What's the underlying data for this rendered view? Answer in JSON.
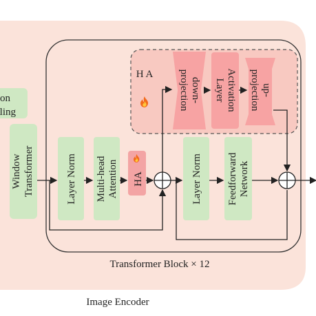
{
  "encoder": {
    "label": "Image Encoder",
    "partial_block_top": "on",
    "partial_block_bottom": "ling"
  },
  "window_transformer": {
    "line1": "Window",
    "line2": "Transformer"
  },
  "transformer_block": {
    "label": "Transformer Block × 12"
  },
  "blocks": {
    "layer_norm_1": "Layer Norm",
    "mha_line1": "Multi-head",
    "mha_line2": "Attention",
    "ha_small": "HA",
    "layer_norm_2": "Layer Norm",
    "ffn_line1": "Feedforward",
    "ffn_line2": "Network"
  },
  "adapter": {
    "title": "H A",
    "down_line1": "down-",
    "down_line2": "projection",
    "act_line1": "Activation",
    "act_line2": "Layer",
    "up_line1": "up-",
    "up_line2": "projection"
  },
  "icons": {
    "flame": "fire-icon",
    "plus": "circled-plus-icon"
  },
  "colors": {
    "encoder_bg": "#fbe3da",
    "green_box": "#cfe8c3",
    "red_box": "#f3a4a4",
    "adapter_bg": "#f8c9c1",
    "trapezoid": "#f7a3a3"
  }
}
